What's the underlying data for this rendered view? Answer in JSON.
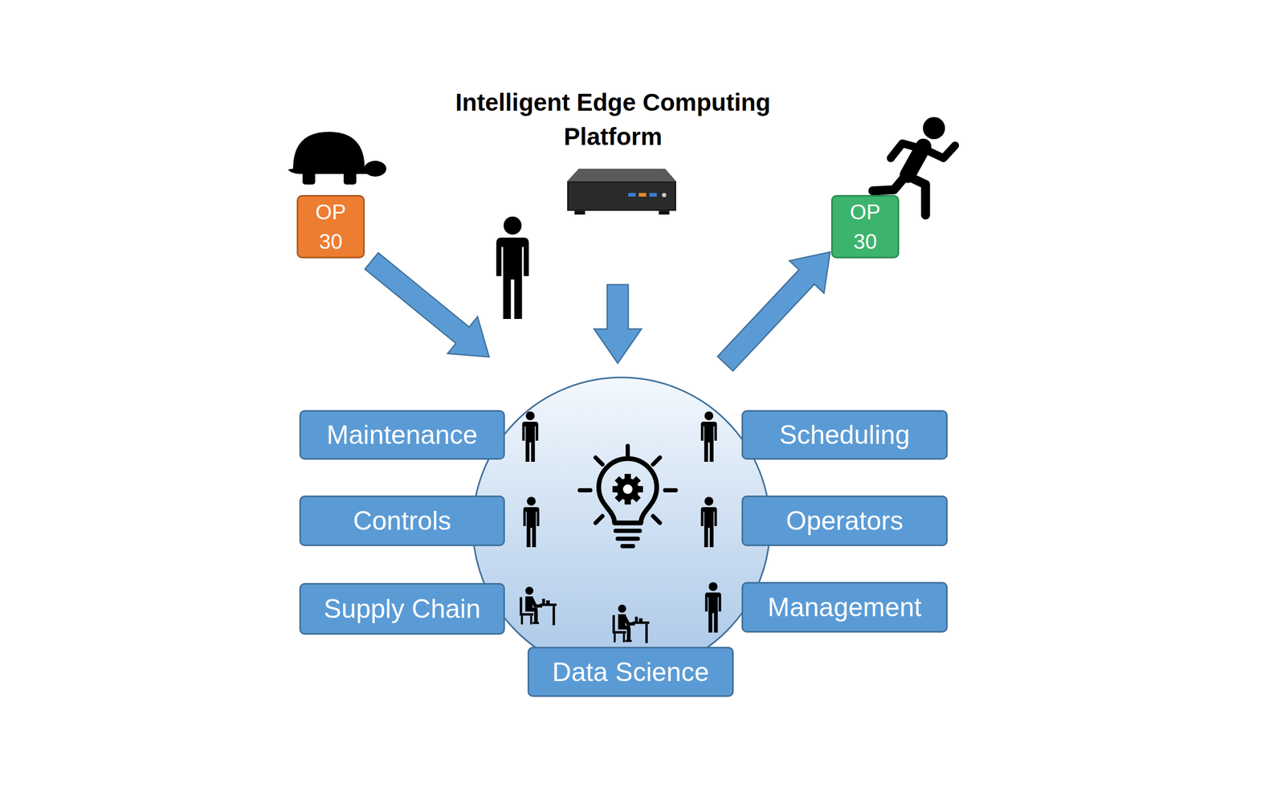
{
  "diagram": {
    "title": "Intelligent Edge Computing Platform",
    "nodes": [
      {
        "text": [
          "OP 30"
        ]
      },
      {
        "text": [
          "OP 30"
        ]
      },
      {
        "text": [
          "Maintenance"
        ]
      },
      {
        "text": [
          "Scheduling"
        ]
      },
      {
        "text": [
          "Controls"
        ]
      },
      {
        "text": [
          "Operators"
        ]
      },
      {
        "text": [
          "Supply Chain"
        ]
      },
      {
        "text": [
          "Management"
        ]
      },
      {
        "text": [
          "Data Science"
        ]
      }
    ]
  }
}
